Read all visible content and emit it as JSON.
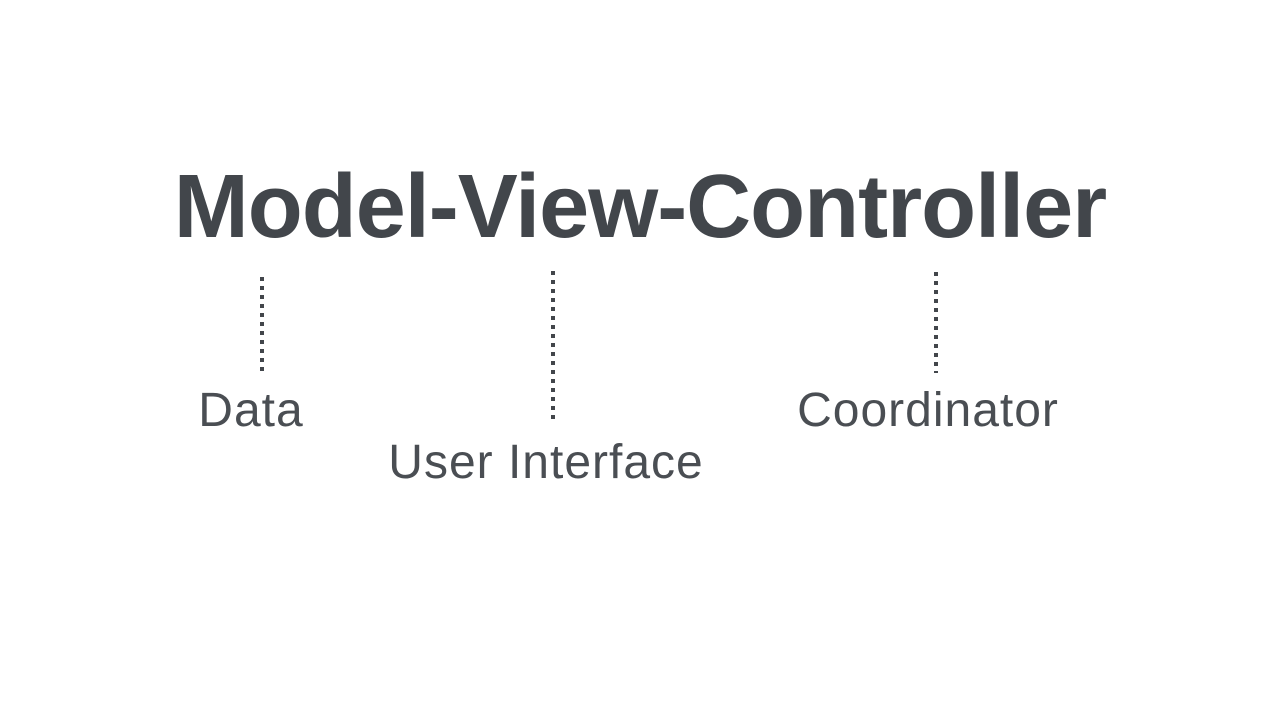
{
  "title": "Model-View-Controller",
  "colors": {
    "background": "#ffffff",
    "title_text": "#42464b",
    "label_text": "#4a4e53",
    "connector_dots": "#42464b"
  },
  "terms": [
    {
      "part": "Model",
      "label": "Data"
    },
    {
      "part": "View",
      "label": "User Interface"
    },
    {
      "part": "Controller",
      "label": "Coordinator"
    }
  ]
}
